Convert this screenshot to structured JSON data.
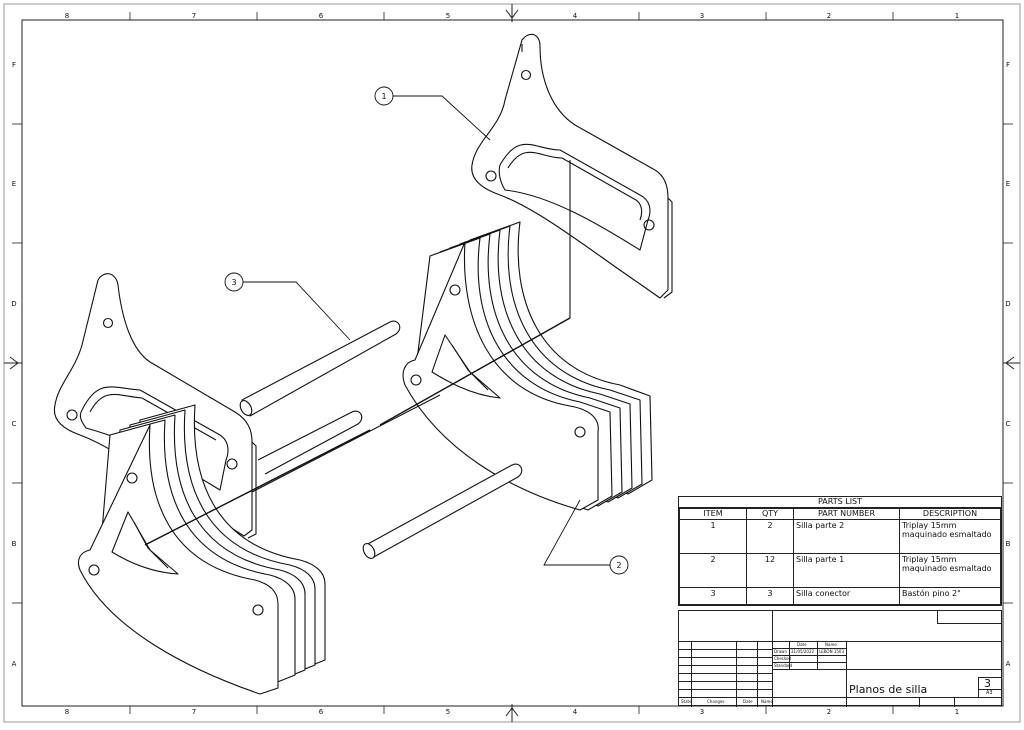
{
  "sheet": {
    "zone_columns": [
      "8",
      "7",
      "6",
      "5",
      "4",
      "3",
      "2",
      "1"
    ],
    "zone_rows": [
      "F",
      "E",
      "D",
      "C",
      "B",
      "A"
    ]
  },
  "balloons": [
    {
      "id": "1",
      "label": "1"
    },
    {
      "id": "2",
      "label": "2"
    },
    {
      "id": "3",
      "label": "3"
    }
  ],
  "parts_list": {
    "title": "PARTS LIST",
    "headers": [
      "ITEM",
      "QTY",
      "PART NUMBER",
      "DESCRIPTION"
    ],
    "rows": [
      {
        "item": "1",
        "qty": "2",
        "part_number": "Silla parte 2",
        "description": "Triplay 15mm maquinado esmaltado"
      },
      {
        "item": "2",
        "qty": "12",
        "part_number": "Silla parte 1",
        "description": "Triplay 15mm maquinado esmaltado"
      },
      {
        "item": "3",
        "qty": "3",
        "part_number": "Silla conector",
        "description": "Bastón pino 2\""
      }
    ]
  },
  "title_block": {
    "date_header": "Date",
    "name_header": "Name",
    "drawn_label": "Drawn",
    "drawn_date": "31/05/2022",
    "drawn_name": "LEBON 1503",
    "checked_label": "Checked",
    "standard_label": "Standard",
    "state_label": "State",
    "changes_label": "Changes",
    "date_label": "Date",
    "name_label": "Name",
    "drawing_title": "Planos de silla",
    "sheet_number": "3",
    "sheet_size": "A3"
  }
}
